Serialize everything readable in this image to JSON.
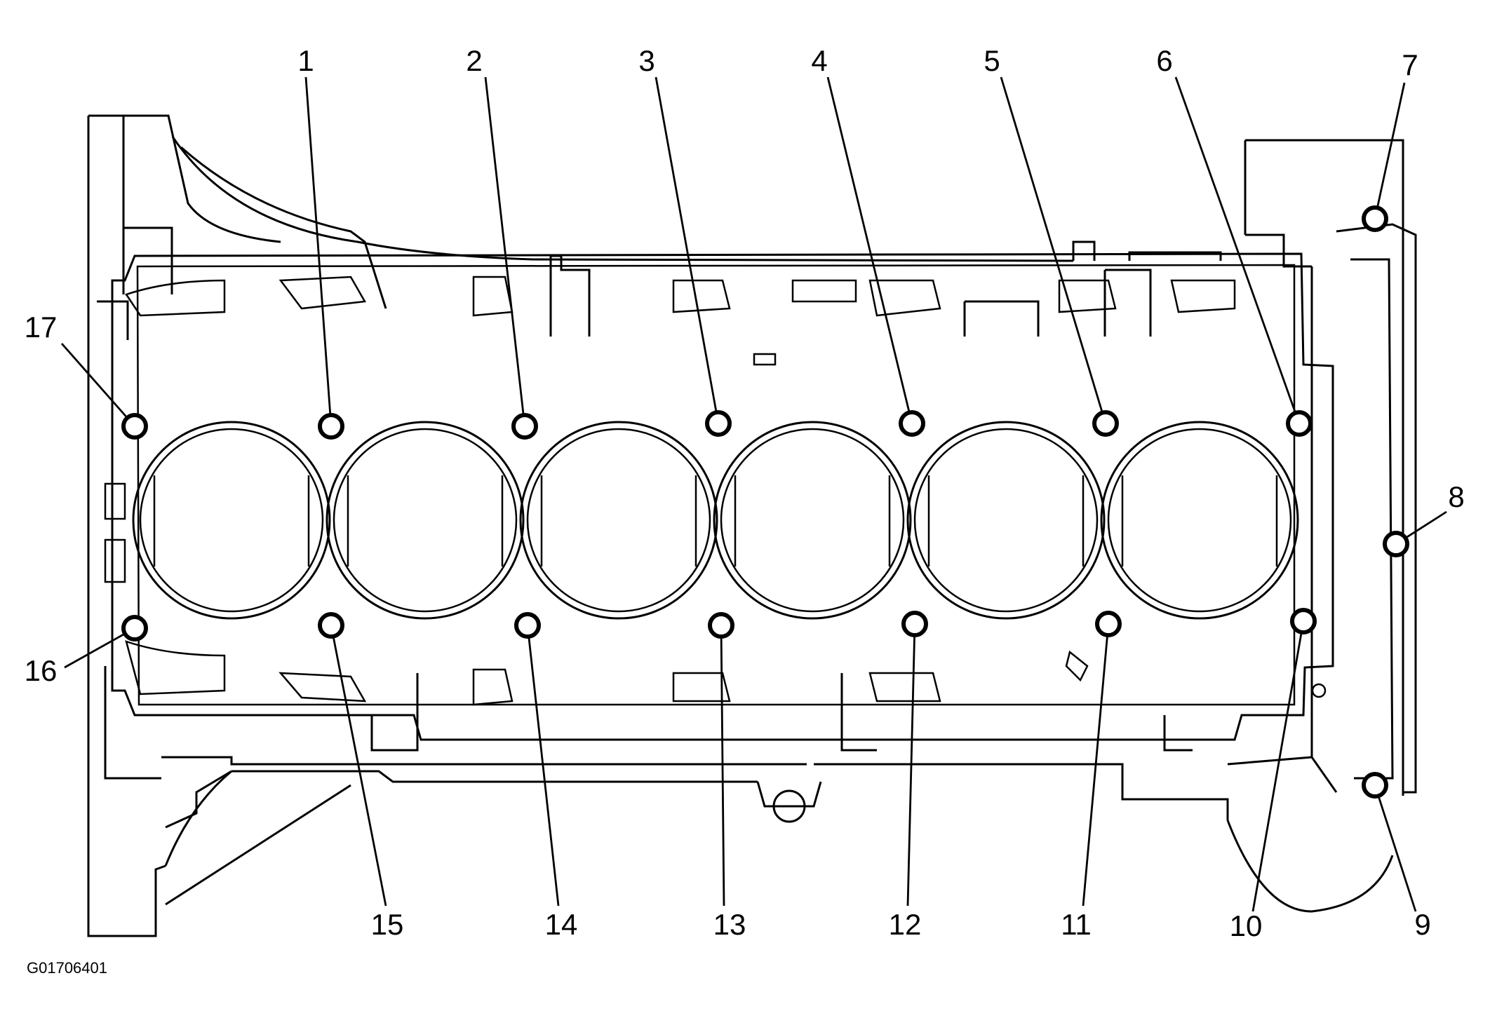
{
  "figure_id": "G01706401",
  "callouts": [
    {
      "label": "1"
    },
    {
      "label": "2"
    },
    {
      "label": "3"
    },
    {
      "label": "4"
    },
    {
      "label": "5"
    },
    {
      "label": "6"
    },
    {
      "label": "7"
    },
    {
      "label": "8"
    },
    {
      "label": "9"
    },
    {
      "label": "10"
    },
    {
      "label": "11"
    },
    {
      "label": "12"
    },
    {
      "label": "13"
    },
    {
      "label": "14"
    },
    {
      "label": "15"
    },
    {
      "label": "16"
    },
    {
      "label": "17"
    }
  ]
}
